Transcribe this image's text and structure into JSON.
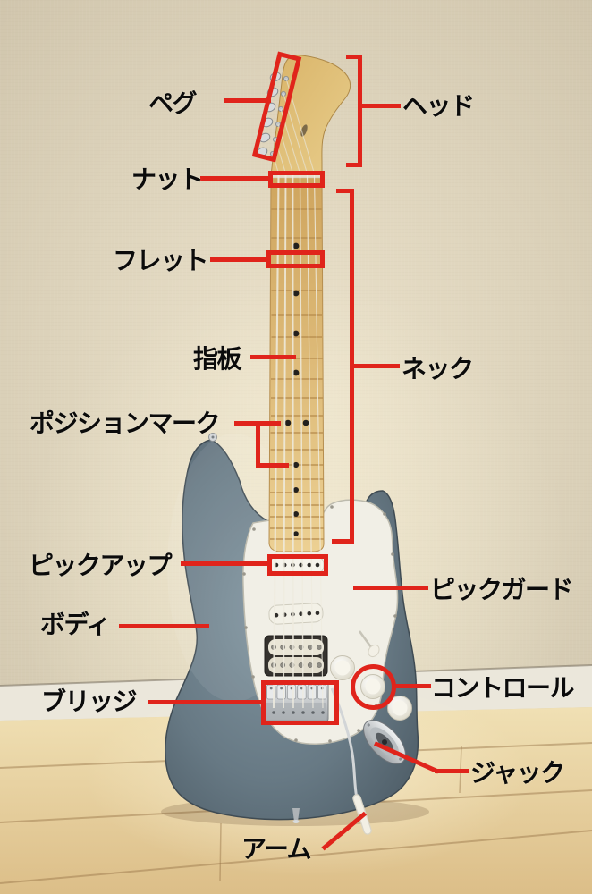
{
  "colors": {
    "annotation_red": "#e0241b",
    "label_text": "#0b0b0b",
    "guitar_body": "#677984",
    "pickguard": "#f1efe6",
    "neck_maple": "#ddb26a",
    "wall": "#dcd2ba",
    "floor": "#e5c893"
  },
  "labels": [
    {
      "id": "peg",
      "text": "ペグ"
    },
    {
      "id": "head",
      "text": "ヘッド"
    },
    {
      "id": "nut",
      "text": "ナット"
    },
    {
      "id": "fret",
      "text": "フレット"
    },
    {
      "id": "fingerboard",
      "text": "指板"
    },
    {
      "id": "neck",
      "text": "ネック"
    },
    {
      "id": "position_mark",
      "text": "ポジションマーク"
    },
    {
      "id": "pickup",
      "text": "ピックアップ"
    },
    {
      "id": "pickguard",
      "text": "ピックガード"
    },
    {
      "id": "body",
      "text": "ボディ"
    },
    {
      "id": "control",
      "text": "コントロール"
    },
    {
      "id": "bridge",
      "text": "ブリッジ"
    },
    {
      "id": "jack",
      "text": "ジャック"
    },
    {
      "id": "arm",
      "text": "アーム"
    }
  ]
}
